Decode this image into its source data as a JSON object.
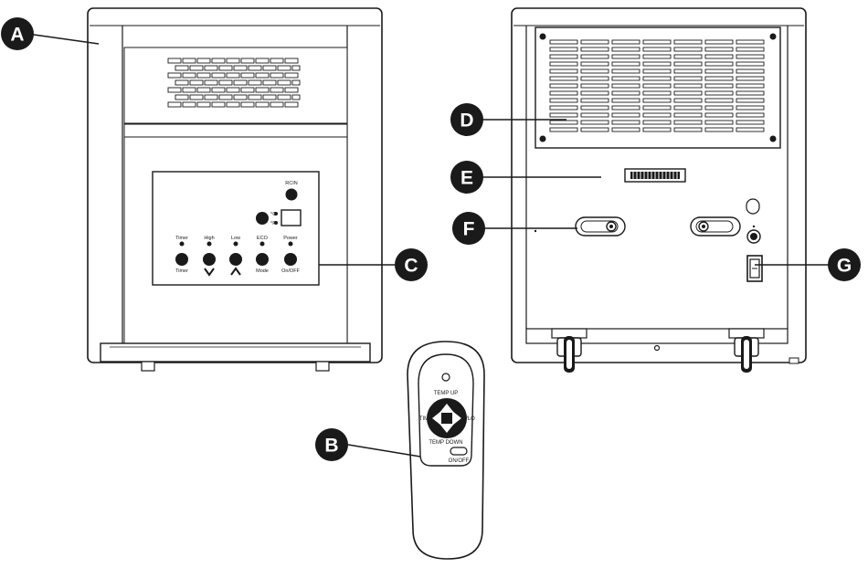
{
  "callouts": {
    "a": "A",
    "b": "B",
    "c": "C",
    "d": "D",
    "e": "E",
    "f": "F",
    "g": "G"
  },
  "control_panel": {
    "rcin": "RCIN",
    "c_label": "°C",
    "f_label": "°F",
    "indicators": [
      "Timer",
      "High",
      "Low",
      "ECO",
      "Power"
    ],
    "buttons": [
      "Timer",
      "Mode",
      "On/OFF"
    ]
  },
  "remote": {
    "temp_up": "TEMP UP",
    "temp_down": "TEMP DOWN",
    "time": "TIME",
    "hi_lo": "HI/LO",
    "on_off": "ON/OFF"
  }
}
